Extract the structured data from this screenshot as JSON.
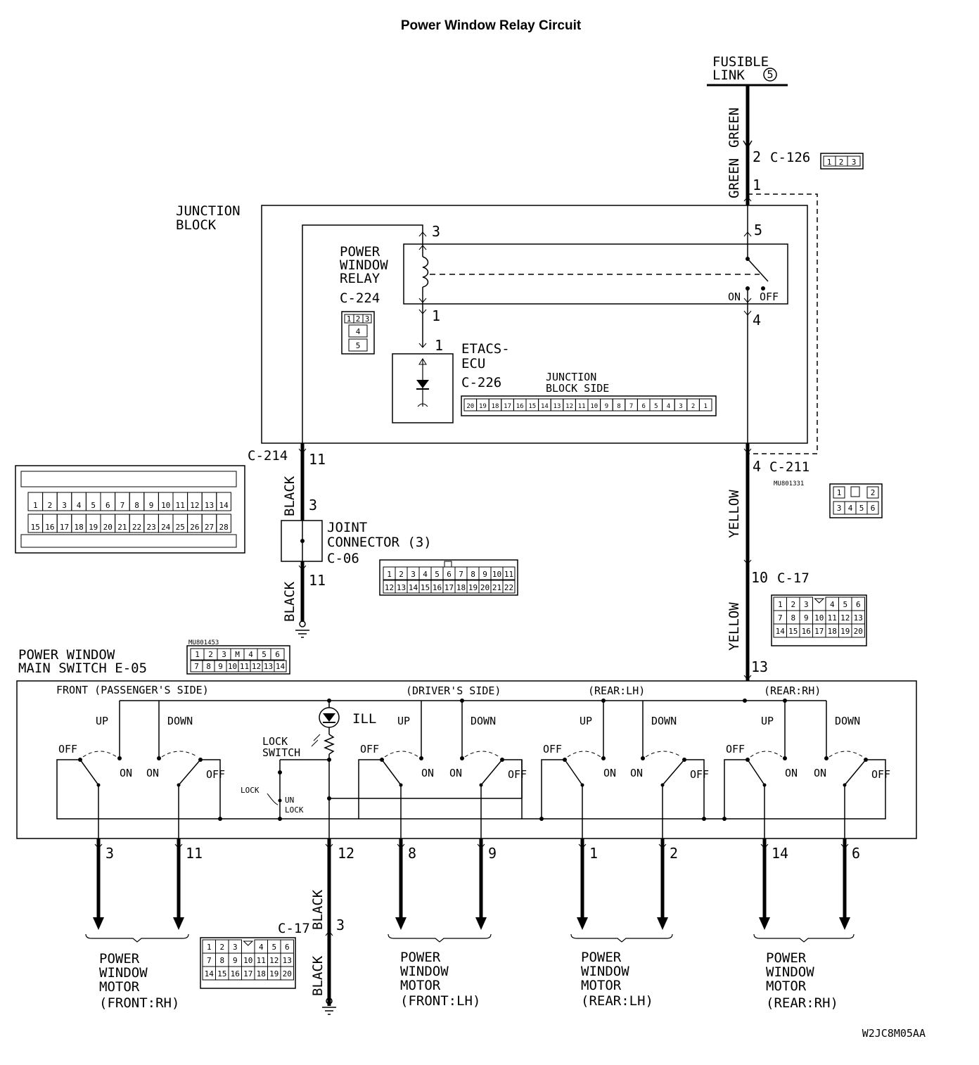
{
  "title": "Power Window Relay Circuit",
  "fusible_link": {
    "line1": "FUSIBLE",
    "line2": "LINK",
    "number": "5"
  },
  "wire_colors": {
    "green": "GREEN",
    "yellow": "YELLOW",
    "black": "BLACK"
  },
  "connectors": {
    "c126": {
      "label": "C-126",
      "pin_in": "2",
      "pin_out": "1",
      "face": [
        "1",
        "2",
        "3"
      ]
    },
    "c224": {
      "label": "C-224",
      "face": [
        "1",
        "2",
        "3",
        "4",
        "5"
      ]
    },
    "c226": {
      "label": "C-226",
      "face": [
        "20",
        "19",
        "18",
        "17",
        "16",
        "15",
        "14",
        "13",
        "12",
        "11",
        "10",
        "9",
        "8",
        "7",
        "6",
        "5",
        "4",
        "3",
        "2",
        "1"
      ]
    },
    "c214": {
      "label": "C-214",
      "pin": "11",
      "face_top": [
        "1",
        "2",
        "3",
        "4",
        "5",
        "6",
        "7",
        "8",
        "9",
        "10",
        "11",
        "12",
        "13",
        "14"
      ],
      "face_bottom": [
        "15",
        "16",
        "17",
        "18",
        "19",
        "20",
        "21",
        "22",
        "23",
        "24",
        "25",
        "26",
        "27",
        "28"
      ]
    },
    "c211": {
      "label": "C-211",
      "pin": "4",
      "code": "MU801331",
      "face_top": [
        "1",
        "2"
      ],
      "face_bottom": [
        "3",
        "4",
        "5",
        "6"
      ]
    },
    "c06": {
      "label": "C-06",
      "pin_in": "3",
      "pin_out": "11",
      "face_top": [
        "1",
        "2",
        "3",
        "4",
        "5",
        "6",
        "7",
        "8",
        "9",
        "10",
        "11"
      ],
      "face_bottom": [
        "12",
        "13",
        "14",
        "15",
        "16",
        "17",
        "18",
        "19",
        "20",
        "21",
        "22"
      ]
    },
    "c17": {
      "label": "C-17",
      "pin_yellow": "10",
      "pin_ground": "3",
      "face_r1": [
        "1",
        "2",
        "3",
        "4",
        "5",
        "6"
      ],
      "face_r2": [
        "7",
        "8",
        "9",
        "10",
        "11",
        "12",
        "13"
      ],
      "face_r3": [
        "14",
        "15",
        "16",
        "17",
        "18",
        "19",
        "20"
      ]
    },
    "e05": {
      "code": "MU801453",
      "face_top": [
        "1",
        "2",
        "3",
        "M",
        "4",
        "5",
        "6"
      ],
      "face_bottom": [
        "7",
        "8",
        "9",
        "10",
        "11",
        "12",
        "13",
        "14"
      ]
    }
  },
  "junction_block": {
    "label_line1": "JUNCTION",
    "label_line2": "BLOCK",
    "relay": {
      "line1": "POWER",
      "line2": "WINDOW",
      "line3": "RELAY",
      "pin_coil_top": "3",
      "pin_coil_bottom": "1",
      "pin_common": "5",
      "pin_on": "4",
      "on": "ON",
      "off": "OFF"
    },
    "etacs": {
      "line1": "ETACS-",
      "line2": "ECU",
      "pin": "1",
      "side_line1": "JUNCTION",
      "side_line2": "BLOCK SIDE"
    }
  },
  "joint_connector": {
    "line1": "JOINT",
    "line2": "CONNECTOR (3)"
  },
  "main_switch": {
    "title_line1": "POWER WINDOW",
    "title_line2": "MAIN SWITCH E-05",
    "supply_pin": "13",
    "ground_pin": "12",
    "ill": "ILL",
    "lock_switch_line1": "LOCK",
    "lock_switch_line2": "SWITCH",
    "lock": "LOCK",
    "unlock_line1": "UN",
    "unlock_line2": "LOCK",
    "up": "UP",
    "down": "DOWN",
    "on": "ON",
    "off": "OFF",
    "groups": [
      {
        "label": "FRONT (PASSENGER'S SIDE)",
        "pins": [
          "3",
          "11"
        ]
      },
      {
        "label": "(DRIVER'S SIDE)",
        "pins": [
          "8",
          "9"
        ]
      },
      {
        "label": "(REAR:LH)",
        "pins": [
          "1",
          "2"
        ]
      },
      {
        "label": "(REAR:RH)",
        "pins": [
          "14",
          "6"
        ]
      }
    ]
  },
  "motors": [
    {
      "line1": "POWER",
      "line2": "WINDOW",
      "line3": "MOTOR",
      "line4": "(FRONT:RH)"
    },
    {
      "line1": "POWER",
      "line2": "WINDOW",
      "line3": "MOTOR",
      "line4": "(FRONT:LH)"
    },
    {
      "line1": "POWER",
      "line2": "WINDOW",
      "line3": "MOTOR",
      "line4": "(REAR:LH)"
    },
    {
      "line1": "POWER",
      "line2": "WINDOW",
      "line3": "MOTOR",
      "line4": "(REAR:RH)"
    }
  ],
  "figure_code": "W2JC8M05AA"
}
